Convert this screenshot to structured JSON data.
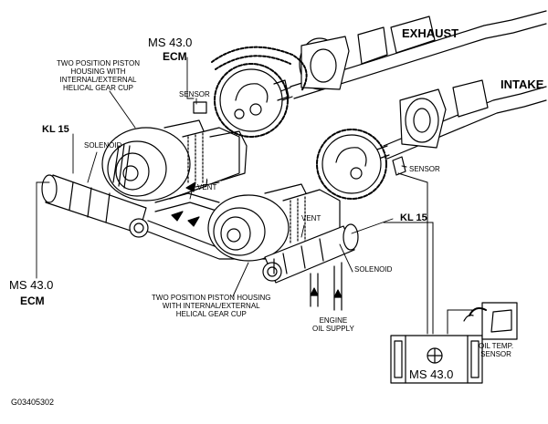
{
  "figure_id": "G03405302",
  "labels": {
    "exhaust": "EXHAUST",
    "intake": "INTAKE",
    "ms43_top": "MS 43.0",
    "ecm_top": "ECM",
    "sensor_top": "SENSOR",
    "piston_housing_upper": "TWO POSITION PISTON\nHOUSING WITH\nINTERNAL/EXTERNAL\nHELICAL GEAR CUP",
    "kl15_left": "KL 15",
    "solenoid_left": "SOLENOID",
    "vent_upper": "VENT",
    "sensor_right": "SENSOR",
    "vent_lower": "VENT",
    "kl15_right": "KL 15",
    "solenoid_right": "SOLENOID",
    "ms43_left": "MS 43.0",
    "ecm_left": "ECM",
    "piston_housing_lower": "TWO POSITION PISTON HOUSING\nWITH INTERNAL/EXTERNAL\nHELICAL GEAR CUP",
    "engine_oil_supply": "ENGINE\nOIL SUPPLY",
    "oil_temp_sensor": "OIL TEMP.\nSENSOR",
    "ms43_bottom": "MS 43.0"
  }
}
